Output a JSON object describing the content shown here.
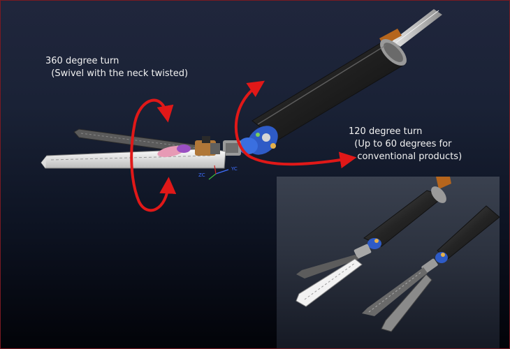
{
  "annotations": {
    "rotation": {
      "title": "360 degree turn",
      "subtitle": "(Swivel with the neck twisted)"
    },
    "articulation": {
      "title": "120 degree turn",
      "subtitle_line1": "(Up to 60 degrees for",
      "subtitle_line2": "conventional products)"
    }
  },
  "axis_labels": {
    "zc": "ZC",
    "yc": "YC"
  },
  "colors": {
    "arrow": "#e01818",
    "background_top": "#20263c",
    "background_bottom": "#020308",
    "shaft": "#2b2b2b",
    "joint": "#2f5fc9"
  }
}
